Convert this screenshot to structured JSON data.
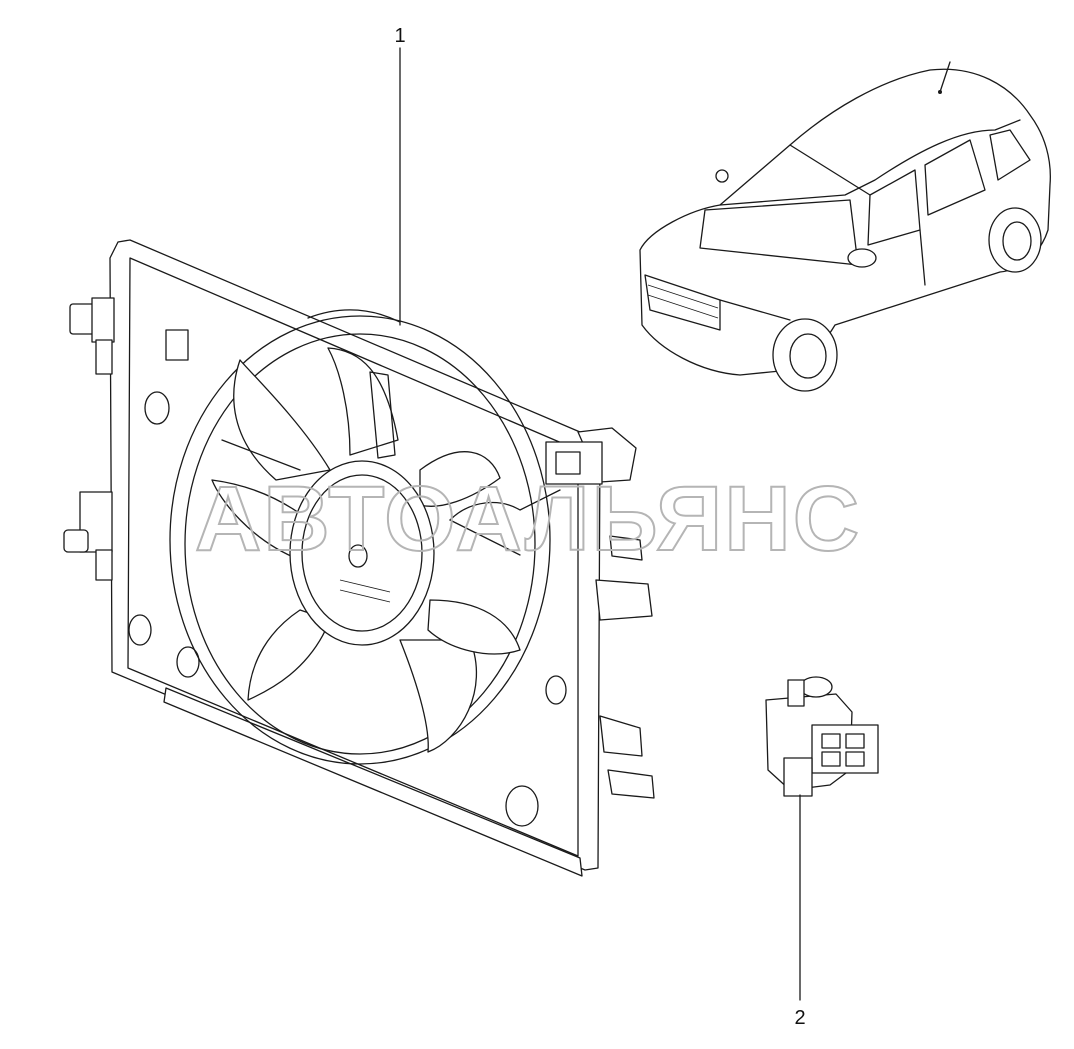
{
  "callouts": [
    {
      "number": "1",
      "part": "fan-assembly"
    },
    {
      "number": "2",
      "part": "connector"
    }
  ],
  "watermark": "АВТОАЛЬЯНС",
  "colors": {
    "line": "#1a1a1a",
    "watermark": "#b5b5b5",
    "background": "#ffffff"
  }
}
